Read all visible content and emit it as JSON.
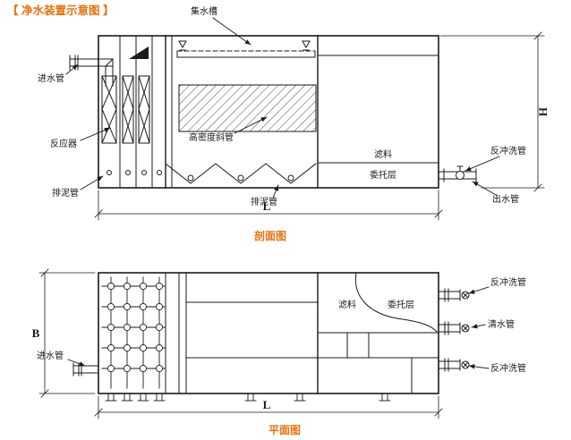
{
  "title": "【 净水装置示意图 】",
  "colors": {
    "accent": "#E8720C",
    "line": "#1a1a1a"
  },
  "section_view": {
    "caption": "剖面图",
    "labels": {
      "collecting_trough": "集水槽",
      "inlet_pipe": "进水管",
      "reactor": "反应器",
      "sludge_pipe_left": "排泥管",
      "inclined_tube": "高密度斜管",
      "sludge_pipe_mid": "排泥管",
      "filter_media": "滤料",
      "support_layer": "委托层",
      "backwash_pipe": "反冲洗管",
      "outlet_pipe": "出水管"
    },
    "dimensions": {
      "height": "H",
      "length": "L"
    }
  },
  "plan_view": {
    "caption": "平面图",
    "labels": {
      "inlet_pipe": "进水管",
      "filter_media": "滤料",
      "support_layer": "委托层",
      "backwash_pipe_top": "反冲洗管",
      "clean_water_pipe": "清水管",
      "backwash_pipe_bottom": "反冲洗管"
    },
    "dimensions": {
      "width": "B",
      "length": "L"
    }
  }
}
